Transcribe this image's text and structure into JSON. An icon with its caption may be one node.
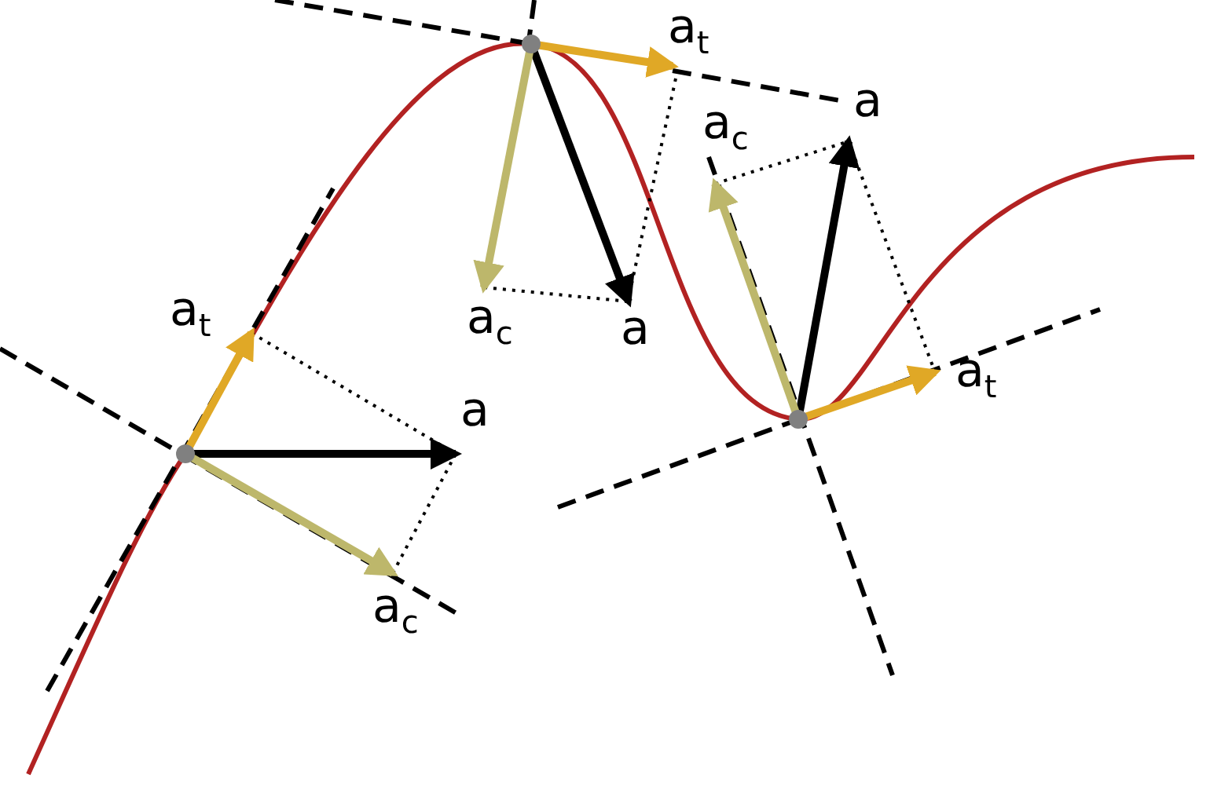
{
  "diagram": {
    "labels": [
      "a$_{t}$",
      "a",
      "a$_{c}$",
      "a$_{t}$",
      "a$_{c}$",
      "a",
      "a$_{t}$",
      "a",
      "a$_{c}$"
    ]
  }
}
